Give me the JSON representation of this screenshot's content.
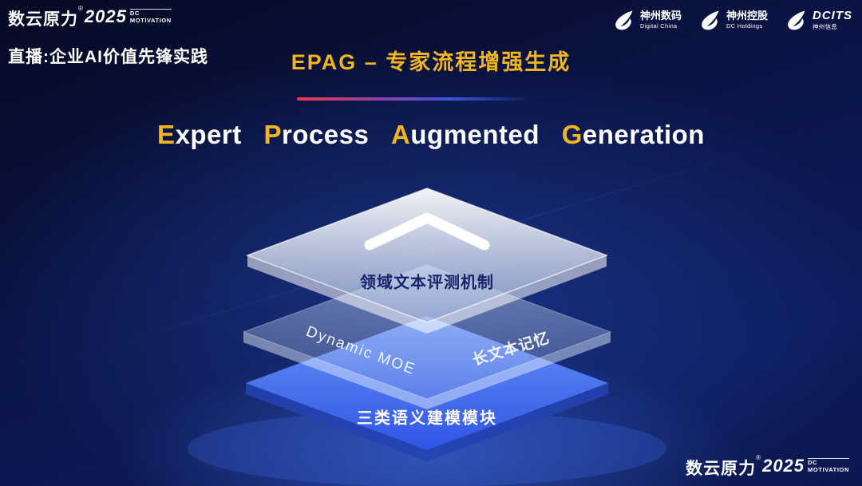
{
  "header": {
    "brand": {
      "name": "数云原力",
      "reg": "®",
      "year": "2025",
      "sub_top": "DC",
      "sub_bottom": "MOTIVATION"
    },
    "live_label": "直播:企业AI价值先锋实践",
    "slide_title": "EPAG – 专家流程增强生成",
    "partners": [
      {
        "name": "神州数码",
        "subtitle": "Digital China",
        "icon": "swoosh-icon"
      },
      {
        "name": "神州控股",
        "subtitle": "DC Holdings",
        "icon": "swoosh-icon"
      },
      {
        "name": "DCITS",
        "subtitle": "神州信息",
        "icon": "swoosh-icon"
      }
    ]
  },
  "main": {
    "english_title": {
      "words": [
        {
          "first": "E",
          "rest": "xpert"
        },
        {
          "first": "P",
          "rest": "rocess"
        },
        {
          "first": "A",
          "rest": "ugmented"
        },
        {
          "first": "G",
          "rest": "eneration"
        }
      ]
    },
    "diagram": {
      "top_layer_label": "领域文本评测机制",
      "middle_layer_left_label": "Dynamic MOE",
      "middle_layer_right_label": "长文本记忆",
      "bottom_layer_label": "三类语义建模模块",
      "chevron": "chevron-up-icon"
    }
  },
  "footer": {
    "brand": {
      "name": "数云原力",
      "reg": "®",
      "year": "2025",
      "sub_top": "DC",
      "sub_bottom": "MOTIVATION"
    }
  },
  "colors": {
    "accent_gold": "#f2b51d",
    "divider_red": "#ef3b46",
    "divider_blue": "#3c55e0",
    "bottom_layer_blue": "#4a77f5",
    "background_navy": "#0a1440"
  }
}
